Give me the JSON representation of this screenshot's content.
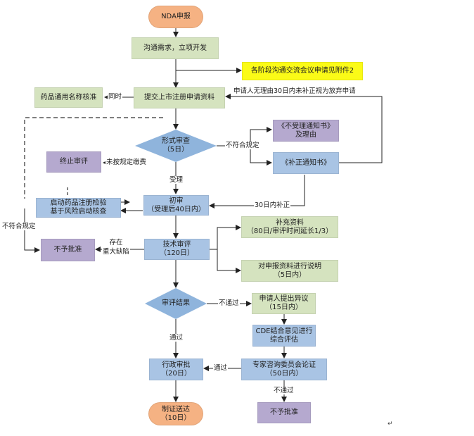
{
  "nodes": {
    "nda_submit": "NDA申报",
    "communicate": "沟通需求，立项开发",
    "appendix_note": "各阶段沟通交流会议申请见附件2",
    "name_review": "药品通用名称核准",
    "submit_docs": "提交上市注册申请资料",
    "formal_review": {
      "line1": "形式审查",
      "line2": "（5日）"
    },
    "not_accepted_notice": {
      "line1": "《不受理通知书》",
      "line2": "及理由"
    },
    "correction_notice": "《补正通知书》",
    "terminate": "终止审评",
    "initial_review": {
      "line1": "初审",
      "line2": "（受理后40日内）"
    },
    "inspection": {
      "line1": "启动药品注册检验",
      "line2": "基于风险启动核查"
    },
    "tech_review": {
      "line1": "技术审评",
      "line2": "（120日）"
    },
    "reject_1": "不予批准",
    "supplement": {
      "line1": "补充资料",
      "line2": "（80日/审评时间延长1/3）"
    },
    "explain": {
      "line1": "对申报资料进行说明",
      "line2": "（5日内）"
    },
    "review_result": "审评结果",
    "objection": {
      "line1": "申请人提出异议",
      "line2": "（15日内）"
    },
    "cde_eval": {
      "line1": "CDE结合意见进行",
      "line2": "综合评估"
    },
    "expert": {
      "line1": "专家咨询委员会论证",
      "line2": "（50日内）"
    },
    "admin_approval": {
      "line1": "行政审批",
      "line2": "（20日）"
    },
    "reject_2": "不予批准",
    "certificate": {
      "line1": "制证送达",
      "line2": "（10日）"
    }
  },
  "edge_labels": {
    "simultaneous": "同时",
    "abandon": "申请人无理由30日内未补正视为放弃申请",
    "non_compliant": "不符合规定",
    "fee_unpaid": "未按规定缴费",
    "accepted": "受理",
    "correct_30": "30日内补正",
    "non_compliant_left": "不符合规定",
    "major_defect": {
      "line1": "存在",
      "line2": "重大缺陷"
    },
    "fail": "不通过",
    "pass": "通过",
    "pass_2": "通过",
    "fail_2": "不通过"
  },
  "colors": {
    "terminal": "#f5b283",
    "process_green": "#d5e3bf",
    "process_blue": "#a9c4e4",
    "process_purple": "#b5a9cf",
    "note_yellow": "#fbfb17",
    "decision": "#8fb4dc"
  }
}
